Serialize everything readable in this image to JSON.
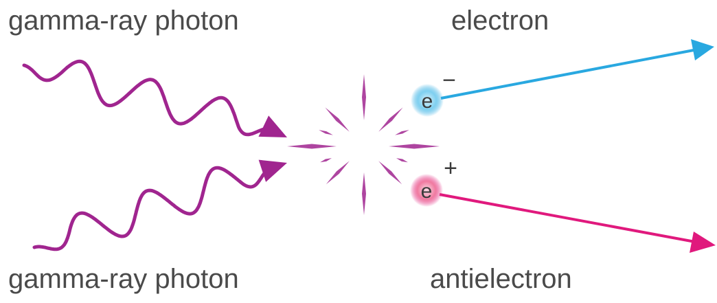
{
  "labels": {
    "photon_top": "gamma-ray photon",
    "electron": "electron",
    "photon_bottom": "gamma-ray photon",
    "antielectron": "antielectron"
  },
  "particles": {
    "electron": {
      "symbol": "e",
      "charge": "−"
    },
    "positron": {
      "symbol": "e",
      "charge": "+"
    }
  },
  "colors": {
    "photon": "#a0258f",
    "burst": "#a0258f",
    "electron": "#29a8e0",
    "electron_glow": "#7fd0f0",
    "positron": "#e0197d",
    "positron_glow": "#f07aa0",
    "text": "#4a4a4a"
  }
}
